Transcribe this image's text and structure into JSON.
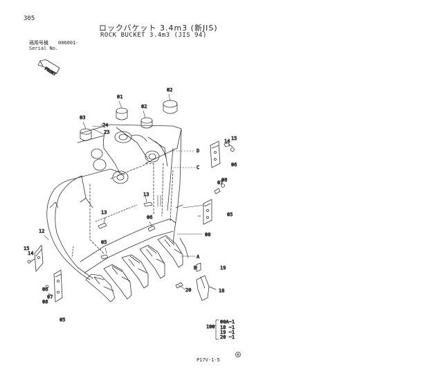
{
  "header": {
    "page_number": "305",
    "title_jp": "ロックバケット 3.4m3 (新JIS)",
    "title_en": "ROCK BUCKET 3.4m3 (JIS 94)",
    "serial_label_jp": "適用号機",
    "serial_range": "006001-",
    "serial_label_en": "Serial No."
  },
  "front_marker": "FRONT",
  "callouts": {
    "c01": "01",
    "c02": "02",
    "c03": "03",
    "c74": "74",
    "c23": "23",
    "letter_d": "D",
    "letter_c": "C",
    "c14a": "14",
    "c15a": "15",
    "c06a": "06",
    "c07a": "07",
    "c08a": "08",
    "c13a": "13",
    "c13b": "13",
    "c06b": "06",
    "c05a": "05",
    "c12": "12",
    "c00": "00",
    "c05b": "05",
    "letter_a": "A",
    "letter_b": "B",
    "c19": "19",
    "c20": "20",
    "c18": "18",
    "c15b": "15",
    "c14b": "14",
    "c06c": "06",
    "c07b": "07",
    "c08b": "08",
    "c05c": "05"
  },
  "kit": {
    "code": "100",
    "items": [
      "00A~1",
      "18 ~1",
      "19 ~1",
      "20 ~1"
    ]
  },
  "footer": {
    "drawing_code": "P17V-1-5"
  }
}
